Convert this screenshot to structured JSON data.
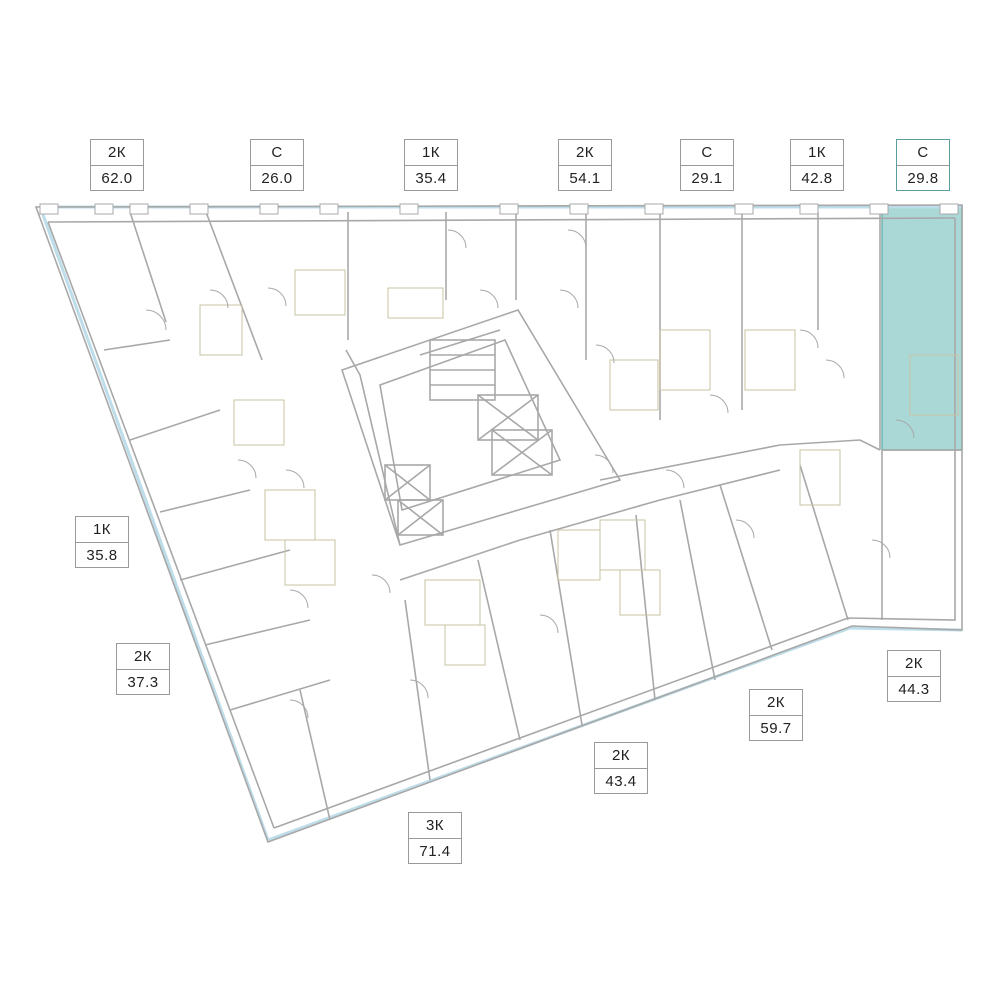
{
  "colors": {
    "wall": "#a8a8a8",
    "window": "#bcdde9",
    "highlight_fill": "#a9d8d6",
    "highlight_stroke": "#6fb3b0",
    "fixture": "#c9c3a3"
  },
  "apartments": [
    {
      "type": "2К",
      "area": "62.0"
    },
    {
      "type": "С",
      "area": "26.0"
    },
    {
      "type": "1К",
      "area": "35.4"
    },
    {
      "type": "2К",
      "area": "54.1"
    },
    {
      "type": "С",
      "area": "29.1"
    },
    {
      "type": "1К",
      "area": "42.8"
    },
    {
      "type": "С",
      "area": "29.8",
      "selected": true
    },
    {
      "type": "1К",
      "area": "35.8"
    },
    {
      "type": "2К",
      "area": "37.3"
    },
    {
      "type": "2К",
      "area": "44.3"
    },
    {
      "type": "2К",
      "area": "59.7"
    },
    {
      "type": "2К",
      "area": "43.4"
    },
    {
      "type": "3К",
      "area": "71.4"
    }
  ]
}
